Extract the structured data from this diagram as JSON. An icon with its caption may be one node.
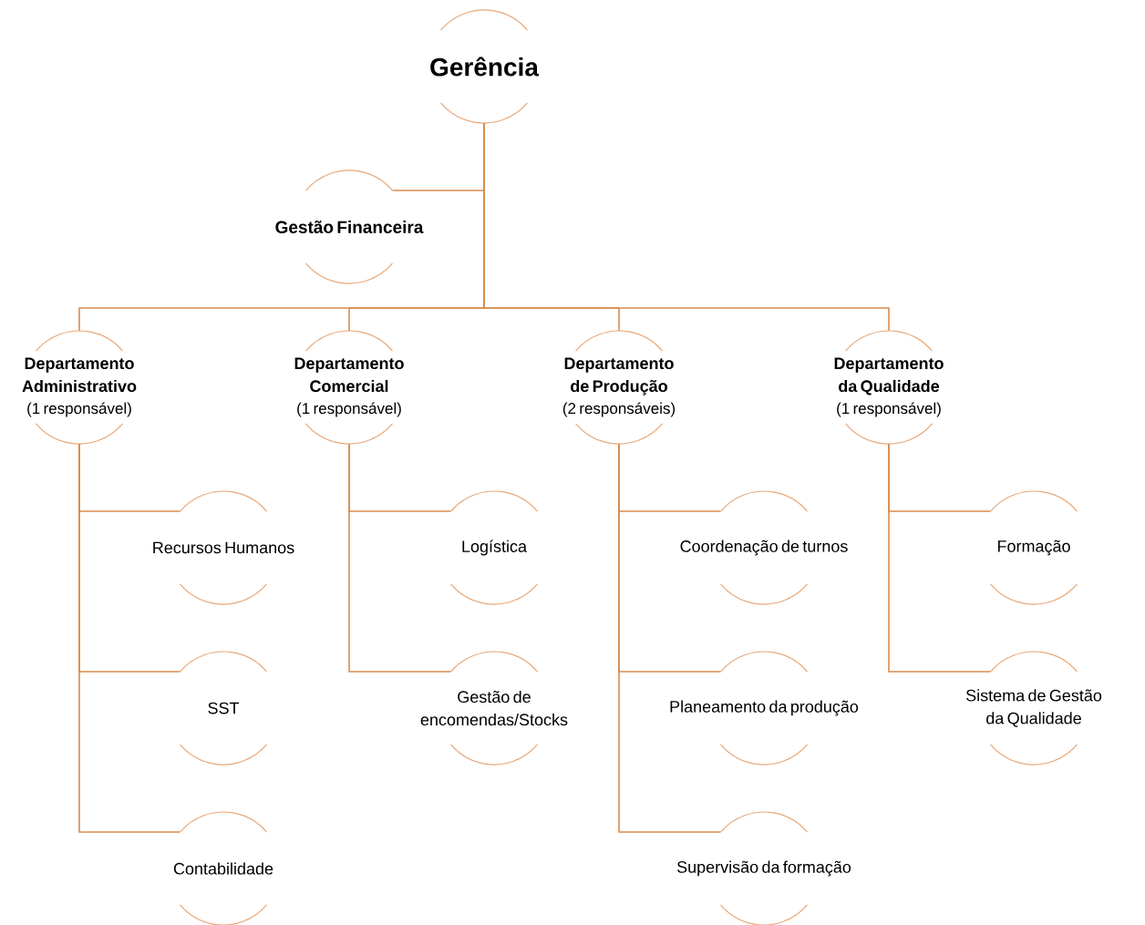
{
  "diagram": {
    "nodes": [
      {
        "text": [
          "Gerência"
        ]
      },
      {
        "text": [
          "Gestão Financeira"
        ]
      },
      {
        "text": [
          "Departamento Administrativo",
          "(1 responsável)"
        ]
      },
      {
        "text": [
          "Departamento Comercial",
          "(1 responsável)"
        ]
      },
      {
        "text": [
          "Departamento de Produção",
          "(2 responsáveis)"
        ]
      },
      {
        "text": [
          "Departamento da Qualidade",
          "(1 responsável)"
        ]
      },
      {
        "text": [
          "Recursos Humanos"
        ]
      },
      {
        "text": [
          "SST"
        ]
      },
      {
        "text": [
          "Contabilidade"
        ]
      },
      {
        "text": [
          "Logística"
        ]
      },
      {
        "text": [
          "Gestão de encomendas/Stocks"
        ]
      },
      {
        "text": [
          "Coordenação de turnos"
        ]
      },
      {
        "text": [
          "Planeamento da produção"
        ]
      },
      {
        "text": [
          "Supervisão da formação"
        ]
      },
      {
        "text": [
          "Formação"
        ]
      },
      {
        "text": [
          "Sistema de Gestão da Qualidade"
        ]
      }
    ],
    "edges": [
      {
        "from": 0,
        "to": 1,
        "arrow": "none"
      },
      {
        "from": 0,
        "to": 2,
        "arrow": "none"
      },
      {
        "from": 0,
        "to": 3,
        "arrow": "none"
      },
      {
        "from": 0,
        "to": 4,
        "arrow": "none"
      },
      {
        "from": 0,
        "to": 5,
        "arrow": "none"
      },
      {
        "from": 2,
        "to": 6,
        "arrow": "none"
      },
      {
        "from": 2,
        "to": 7,
        "arrow": "none"
      },
      {
        "from": 2,
        "to": 8,
        "arrow": "none"
      },
      {
        "from": 3,
        "to": 9,
        "arrow": "none"
      },
      {
        "from": 3,
        "to": 10,
        "arrow": "none"
      },
      {
        "from": 4,
        "to": 11,
        "arrow": "none"
      },
      {
        "from": 4,
        "to": 12,
        "arrow": "none"
      },
      {
        "from": 4,
        "to": 13,
        "arrow": "none"
      },
      {
        "from": 5,
        "to": 14,
        "arrow": "none"
      },
      {
        "from": 5,
        "to": 15,
        "arrow": "none"
      }
    ]
  }
}
